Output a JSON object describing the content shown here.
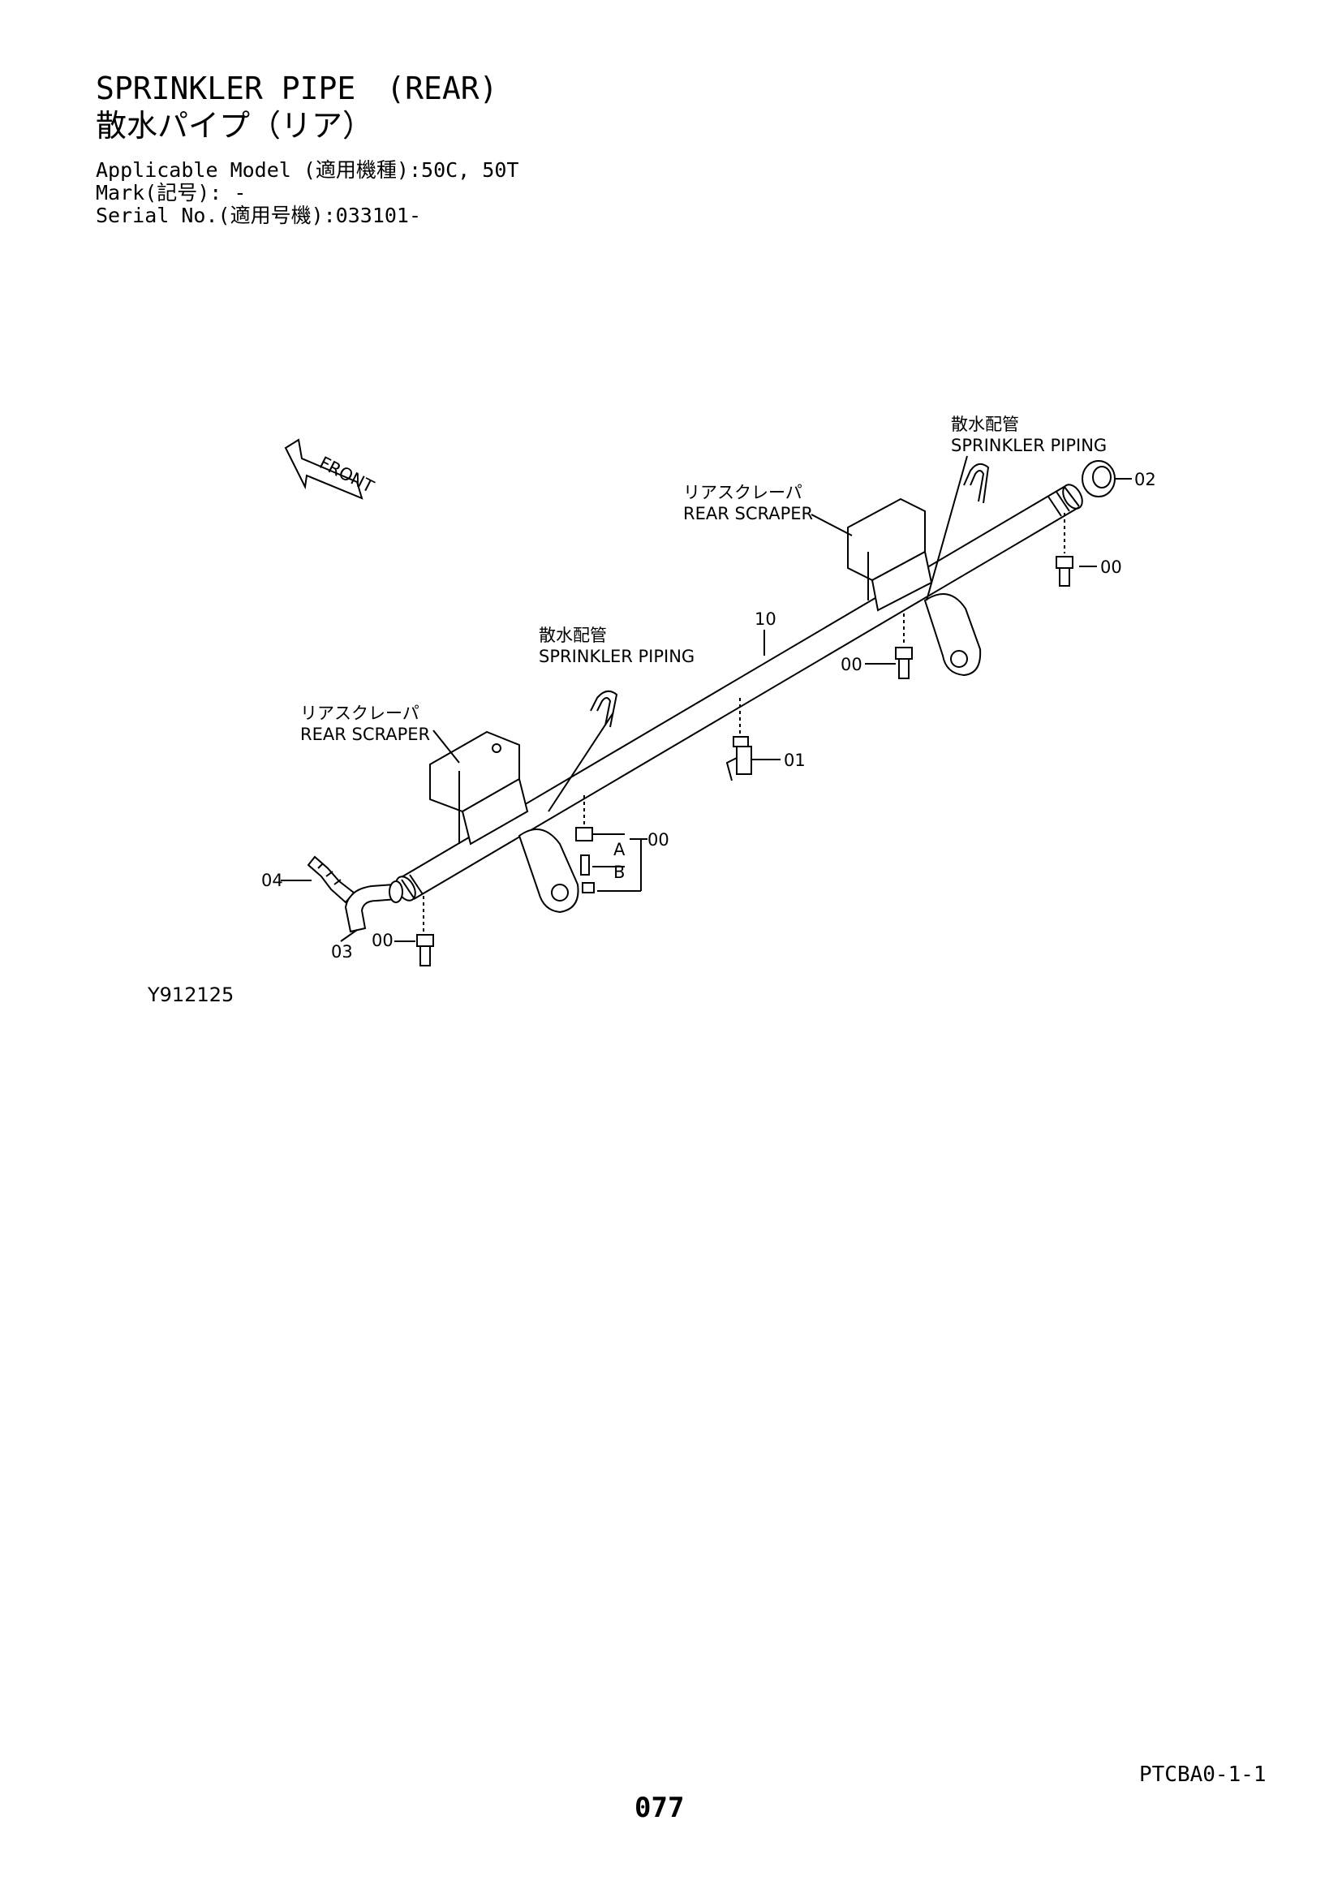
{
  "header": {
    "title_en": "SPRINKLER PIPE　(REAR)",
    "title_jp": "散水パイプ（リア）",
    "applicable_model": "Applicable Model (適用機種):50C, 50T",
    "mark": "Mark(記号): -",
    "serial_no": "Serial No.(適用号機):033101-"
  },
  "diagram": {
    "front_arrow": "FRONT",
    "labels": {
      "sprinkler_piping_top_jp": "散水配管",
      "sprinkler_piping_top_en": "SPRINKLER PIPING",
      "rear_scraper_top_jp": "リアスクレーパ",
      "rear_scraper_top_en": "REAR SCRAPER",
      "sprinkler_piping_mid_jp": "散水配管",
      "sprinkler_piping_mid_en": "SPRINKLER PIPING",
      "rear_scraper_left_jp": "リアスクレーパ",
      "rear_scraper_left_en": "REAR SCRAPER"
    },
    "callouts": {
      "part_02": "02",
      "part_00_top": "00",
      "part_10": "10",
      "part_00_mid": "00",
      "part_01": "01",
      "part_00_right": "00",
      "part_a": "A",
      "part_b": "B",
      "part_04": "04",
      "part_03": "03",
      "part_00_bottom": "00"
    }
  },
  "footer": {
    "figure_id": "Y912125",
    "doc_code": "PTCBA0-1-1",
    "page_number": "077"
  }
}
